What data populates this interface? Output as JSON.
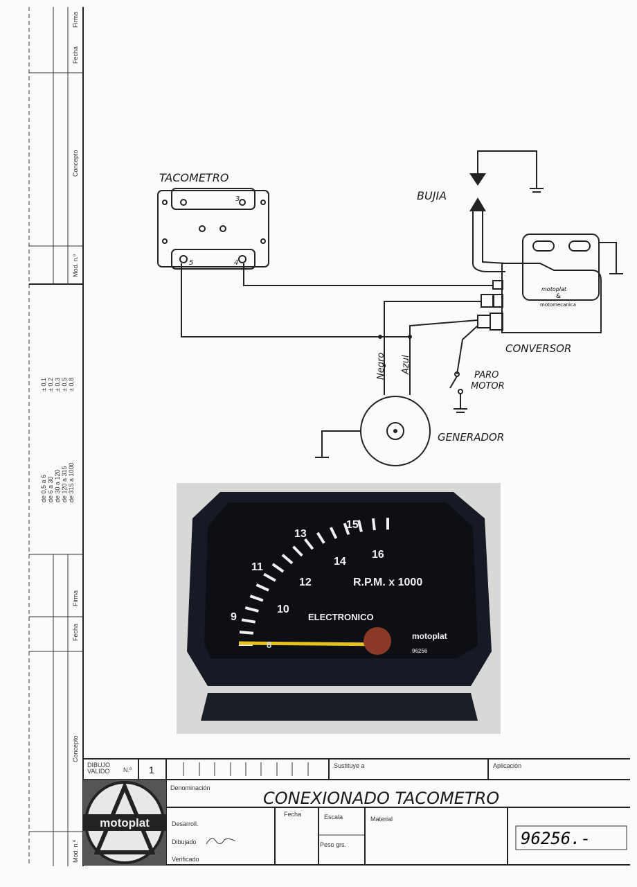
{
  "margin": {
    "top_columns": [
      "Firma",
      "Fecha",
      "Concepto",
      "Mod. n.º"
    ],
    "tolerances": [
      "± 0,1",
      "± 0,2",
      "± 0,3",
      "± 0,5",
      "± 0,8"
    ],
    "ranges": [
      "de 0,5 a 6",
      "de 6 a 30",
      "de 30 a 120",
      "de 120 a 315",
      "de 315 a 1000"
    ],
    "bottom_columns": [
      "Firma",
      "Fecha",
      "Concepto",
      "Mod. n.º"
    ]
  },
  "diagram": {
    "tacometro": "TACOMETRO",
    "terminal_3": "3",
    "terminal_5": "5",
    "terminal_4": "4",
    "bujia": "BUJIA",
    "conversor": "CONVERSOR",
    "conversor_brand": "motoplat",
    "conversor_amp": "&",
    "conversor_brand2": "motomecanica",
    "negro": "Negro",
    "azul": "Azul",
    "paro_motor_1": "PARO",
    "paro_motor_2": "MOTOR",
    "generador": "GENERADOR"
  },
  "photo": {
    "dial_numbers": [
      "9",
      "10",
      "11",
      "12",
      "13",
      "14",
      "15",
      "16",
      "8"
    ],
    "rpm_label": "R.P.M. x 1000",
    "type_label": "ELECTRONICO",
    "brand": "motoplat",
    "part_no": "96256"
  },
  "title_block": {
    "dibujo_valido_1": "DIBUJO",
    "dibujo_valido_2": "VALIDO",
    "numero_label": "N.º",
    "numero_value": "1",
    "sustituye_label": "Sustituye a",
    "aplicacion_label": "Aplicación",
    "denominacion_label": "Denominación",
    "title": "CONEXIONADO TACOMETRO",
    "desarroll_label": "Desarroll.",
    "dibujado_label": "Dibujado",
    "verificado_label": "Verificado",
    "fecha_label": "Fecha",
    "escala_label": "Escala",
    "peso_label": "Peso grs.",
    "material_label": "Material",
    "drawing_number": "96256.-",
    "logo_text": "motoplat"
  }
}
